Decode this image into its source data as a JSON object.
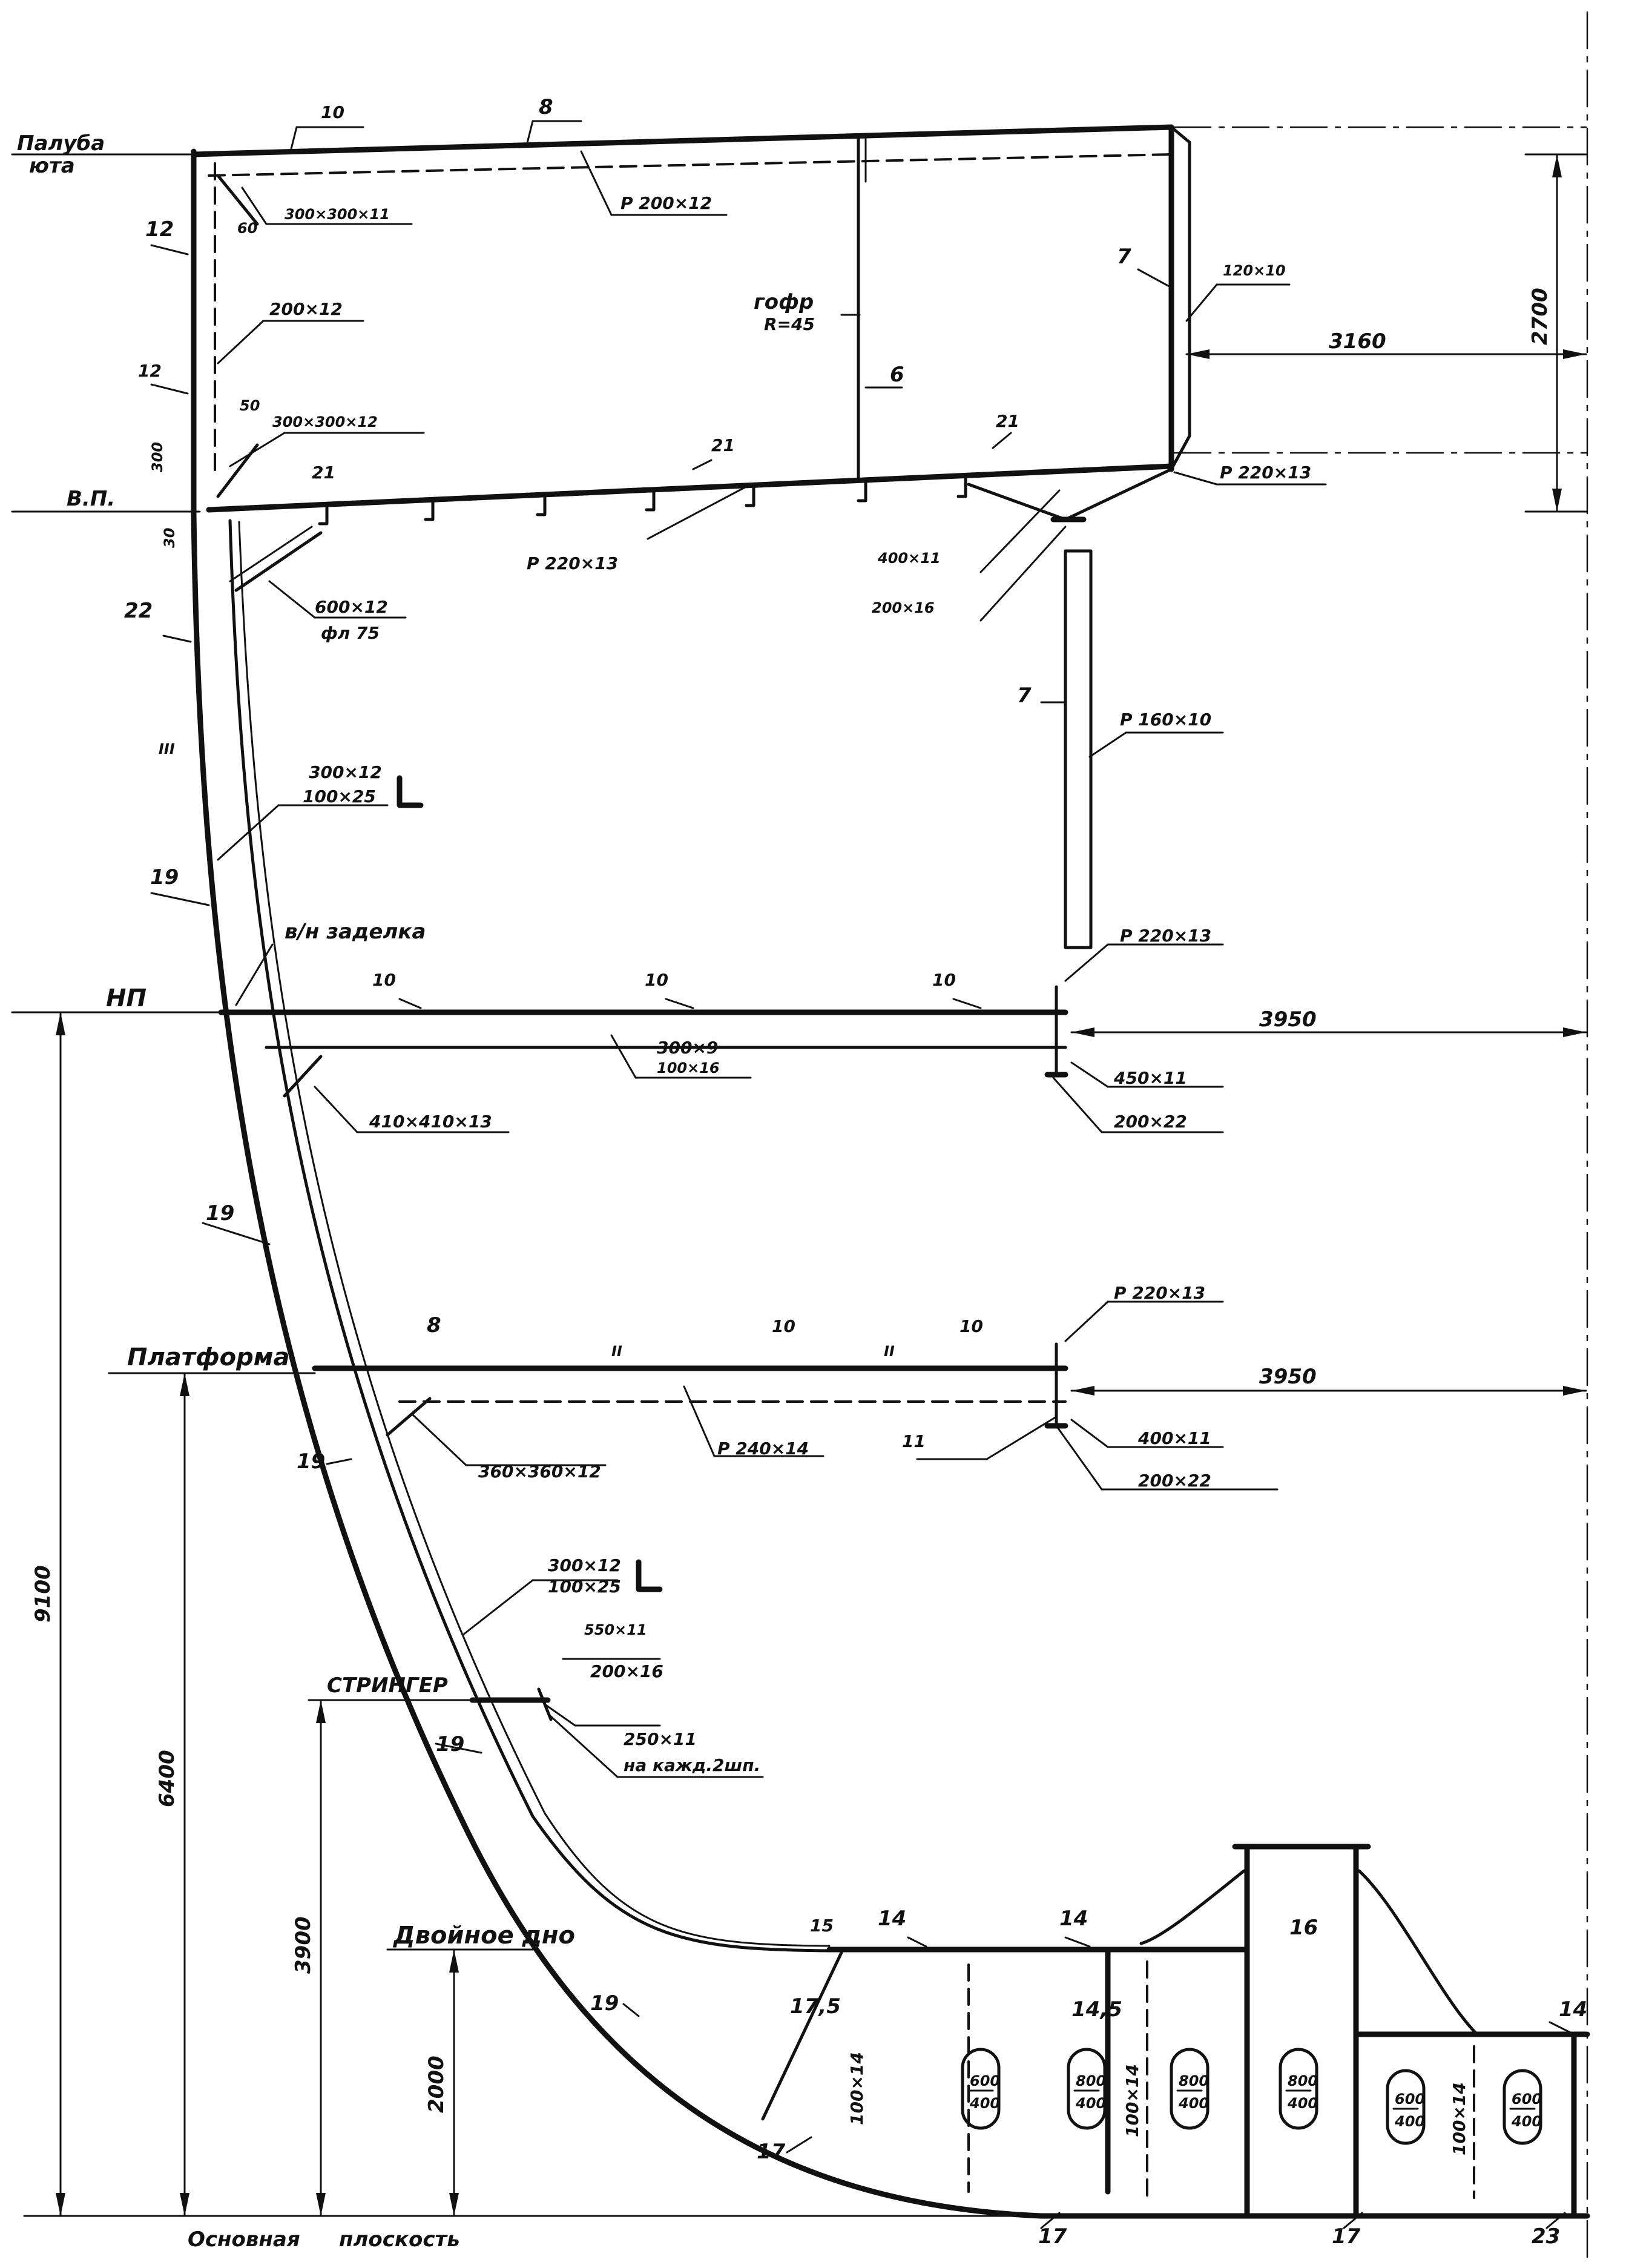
{
  "levels": {
    "poop_deck_l1": "Палуба",
    "poop_deck_l2": "юта",
    "waterline": "В.П.",
    "lower_deck": "НП",
    "platform": "Платформа",
    "stringer": "СТРИНГЕР",
    "double_bottom": "Двойное дно",
    "base_l1": "Основная",
    "base_l2": "плоскость"
  },
  "dimensions": {
    "d9100": "9100",
    "d6400": "6400",
    "d3900": "3900",
    "d2000": "2000",
    "d2700": "2700",
    "d3160": "3160",
    "d3950a": "3950",
    "d3950b": "3950",
    "d300": "300",
    "d30": "30",
    "d60": "60",
    "d50": "50",
    "d15": "15"
  },
  "labels": {
    "n10_top": "10",
    "n8_top": "8",
    "n12a": "12",
    "n12b": "12",
    "bracket_300x300x11": "300×300×11",
    "fb_200x12_top": "Р 200×12",
    "s200x12": "200×12",
    "gofr_l1": "гофр",
    "gofr_l2": "R=45",
    "n7_upper": "7",
    "s120x10": "120×10",
    "n6": "6",
    "bracket_300x300x12": "300×300×12",
    "n21a": "21",
    "n21b": "21",
    "n21c": "21",
    "fb_220x13_right": "Р 220×13",
    "fb_220x13_mid": "Р 220×13",
    "s400x11_top": "400×11",
    "s200x16_top": "200×16",
    "s600x12": "600×12",
    "fa75": "фл 75",
    "n22": "22",
    "n7_mid": "7",
    "fb_160x10": "Р 160×10",
    "frame_web_top_l1": "300×12",
    "frame_web_top_l2": "100×25",
    "n19a": "19",
    "zadelka": "в/н заделка",
    "fb_220x13_np": "Р 220×13",
    "n10_np_a": "10",
    "n10_np_b": "10",
    "n10_np_c": "10",
    "s300x9": "300×9",
    "s100x16": "100×16",
    "s450x11": "450×11",
    "s410x410x13": "410×410×13",
    "s200x22_np": "200×22",
    "n19b": "19",
    "fb_220x13_pl": "Р 220×13",
    "n8_pl": "8",
    "n10_pl_a": "10",
    "n10_pl_b": "10",
    "n19c": "19",
    "s360x360x12": "360×360×12",
    "fb_240x14": "Р 240×14",
    "n11": "11",
    "s400x11_pl": "400×11",
    "s200x22_pl": "200×22",
    "frame_web_low_l1": "300×12",
    "frame_web_low_l2": "100×25",
    "s550x11": "550×11",
    "s200x16_low": "200×16",
    "n19d": "19",
    "s250x11": "250×11",
    "na_kazhd": "на кажд.2шп.",
    "n14a": "14",
    "n14b": "14",
    "n16": "16",
    "n14c": "14",
    "n19e": "19",
    "n17_5": "17,5",
    "s100x14_a": "100×14",
    "n14_5": "14,5",
    "s100x14_b": "100×14",
    "s100x14_c": "100×14",
    "n17a": "17",
    "n17b": "17",
    "n17c": "17",
    "n23": "23"
  },
  "openings": [
    {
      "num": "600",
      "den": "400"
    },
    {
      "num": "800",
      "den": "400"
    },
    {
      "num": "800",
      "den": "400"
    },
    {
      "num": "800",
      "den": "400"
    },
    {
      "num": "600",
      "den": "400"
    },
    {
      "num": "600",
      "den": "400"
    }
  ],
  "roman_marks": {
    "r1": "II",
    "r2": "II",
    "r3": "III"
  }
}
